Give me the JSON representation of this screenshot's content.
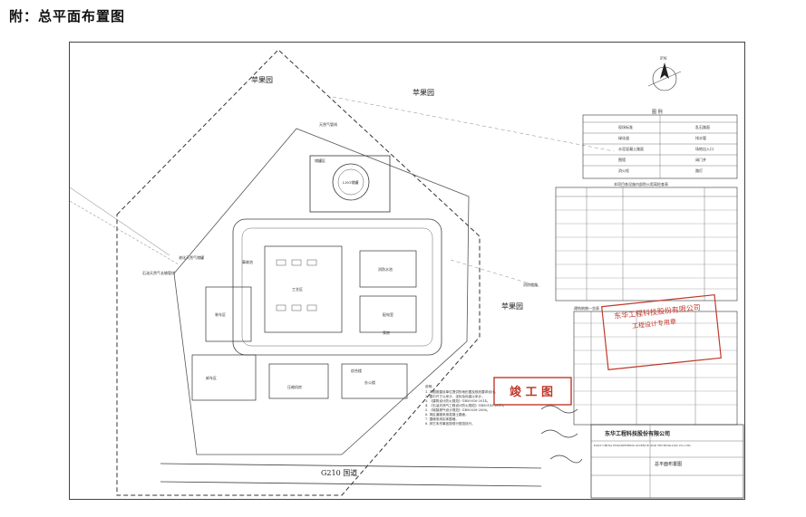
{
  "page": {
    "heading": "附：总平面布置图"
  },
  "plan": {
    "orchard_labels": [
      "苹果园",
      "苹果园",
      "苹果园"
    ],
    "road_label": "G210 国道",
    "north_label": "PN",
    "legend_title": "图 例",
    "legend_items": [
      "现场标准",
      "乱石路面",
      "绿化道",
      "排水管",
      "水泥混凝土路面",
      "场地出入口",
      "围墙",
      "阀门井",
      "消火栓",
      "路灯"
    ],
    "table_title": "本项目各设施内部防火距离检查表",
    "index_title": "建构筑物一览表",
    "building_labels": [
      "储罐区",
      "LNG储罐",
      "压缩机房",
      "综合楼",
      "办公楼",
      "消防水池",
      "配电室",
      "事故池",
      "装车区",
      "卸车区",
      "工艺区",
      "泵房"
    ],
    "pipeline_labels": [
      "液化天然气储罐",
      "石油天然气长输管线",
      "天然气管线",
      "消防道路"
    ],
    "notes_title": "说明：",
    "notes": [
      "1. 本图按建设单位提供的地形图及规划要求设计。",
      "2. 图中尺寸以米计，坐标及标高以米计。",
      "3. 《建筑设计防火规范》GB50016-2014。",
      "4. 《石油天然气工程设计防火规范》GB50183-2015。",
      "5. 《城镇燃气设计规范》GB50028-2006。",
      "6. 场区道路采用混凝土路面。",
      "7. 围墙采用实体围墙。",
      "8. 其它未尽事宜按现行规范执行。"
    ],
    "stamp_main": "竣 工 图",
    "stamp_company": "东华工程科技股份有限公司",
    "stamp_sub": "工程设计专用章",
    "company_name": "东华工程科技股份有限公司",
    "company_name_en": "EAST CHINA ENGINEERING SCIENCE AND TECHNOLOGY CO.,LTD.",
    "drawing_title": "总平面布置图"
  },
  "colors": {
    "stamp": "#c0392b",
    "line": "#333333"
  }
}
